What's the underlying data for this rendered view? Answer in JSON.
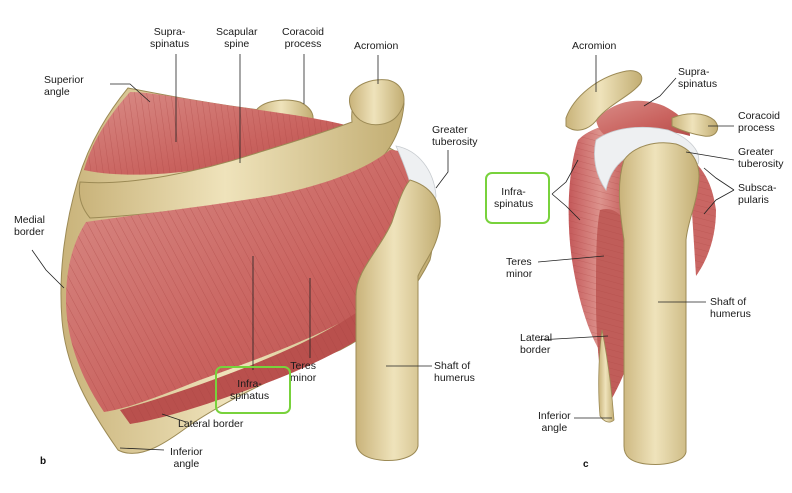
{
  "panels": [
    {
      "id": "b",
      "letter": "b"
    },
    {
      "id": "c",
      "letter": "c"
    }
  ],
  "colors": {
    "muscle": "#c96a66",
    "muscle_dark": "#9c3f3c",
    "bone": "#e2d3a3",
    "bone_dark": "#b8a46a",
    "tendon": "#e9ecef",
    "highlight": "#78d23c"
  },
  "labels_b": {
    "supraspinatus": "Supra-\nspinatus",
    "scapular_spine": "Scapular\nspine",
    "coracoid_process": "Coracoid\nprocess",
    "acromion": "Acromion",
    "superior_angle": "Superior\nangle",
    "greater_tuberosity": "Greater\ntuberosity",
    "medial_border": "Medial\nborder",
    "teres_minor": "Teres\nminor",
    "shaft_of_humerus": "Shaft of\nhumerus",
    "infraspinatus": "Infra-\nspinatus",
    "lateral_border": "Lateral border",
    "inferior_angle": "Inferior\nangle"
  },
  "labels_c": {
    "acromion": "Acromion",
    "supraspinatus": "Supra-\nspinatus",
    "coracoid_process": "Coracoid\nprocess",
    "greater_tuberosity": "Greater\ntuberosity",
    "infraspinatus": "Infra-\nspinatus",
    "subscapularis": "Subsca-\npularis",
    "teres_minor": "Teres\nminor",
    "shaft_of_humerus": "Shaft of\nhumerus",
    "lateral_border": "Lateral\nborder",
    "inferior_angle": "Inferior\nangle"
  }
}
